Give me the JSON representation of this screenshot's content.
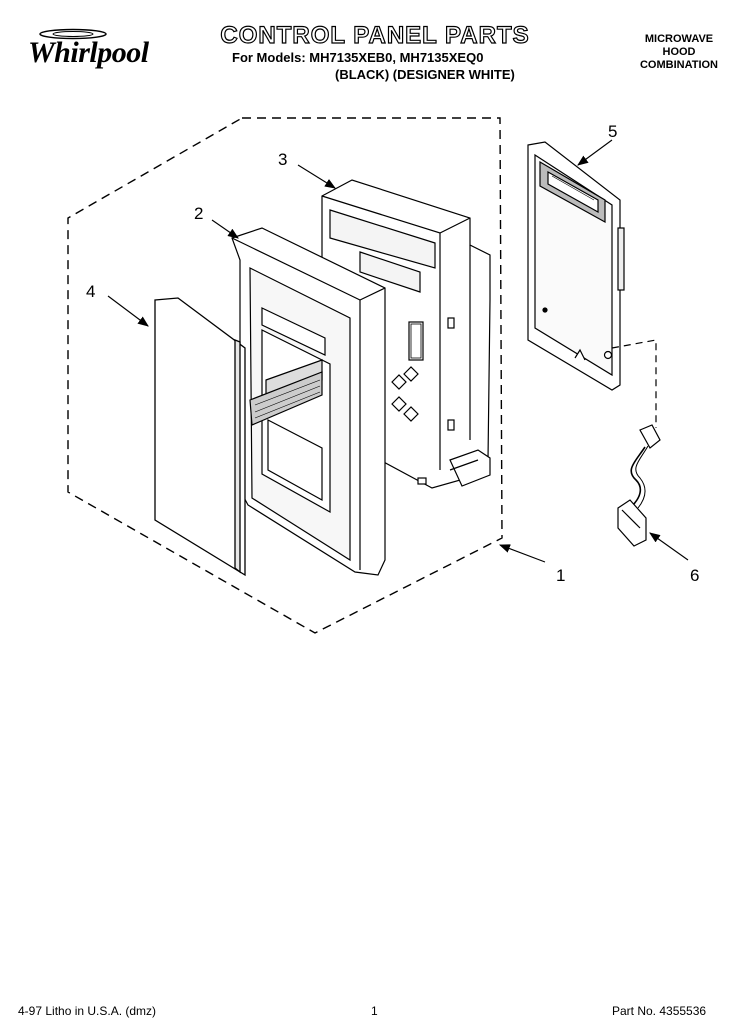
{
  "header": {
    "brand": "Whirlpool",
    "title": "CONTROL PANEL PARTS",
    "models": "For Models: MH7135XEB0, MH7135XEQ0",
    "colors": "(BLACK) (DESIGNER WHITE)",
    "category": [
      "MICROWAVE",
      "HOOD",
      "COMBINATION"
    ]
  },
  "callouts": {
    "c1": "1",
    "c2": "2",
    "c3": "3",
    "c4": "4",
    "c5": "5",
    "c6": "6"
  },
  "footer": {
    "litho": "4-97 Litho in U.S.A. (dmz)",
    "page": "1",
    "part_no": "Part No. 4355536"
  }
}
